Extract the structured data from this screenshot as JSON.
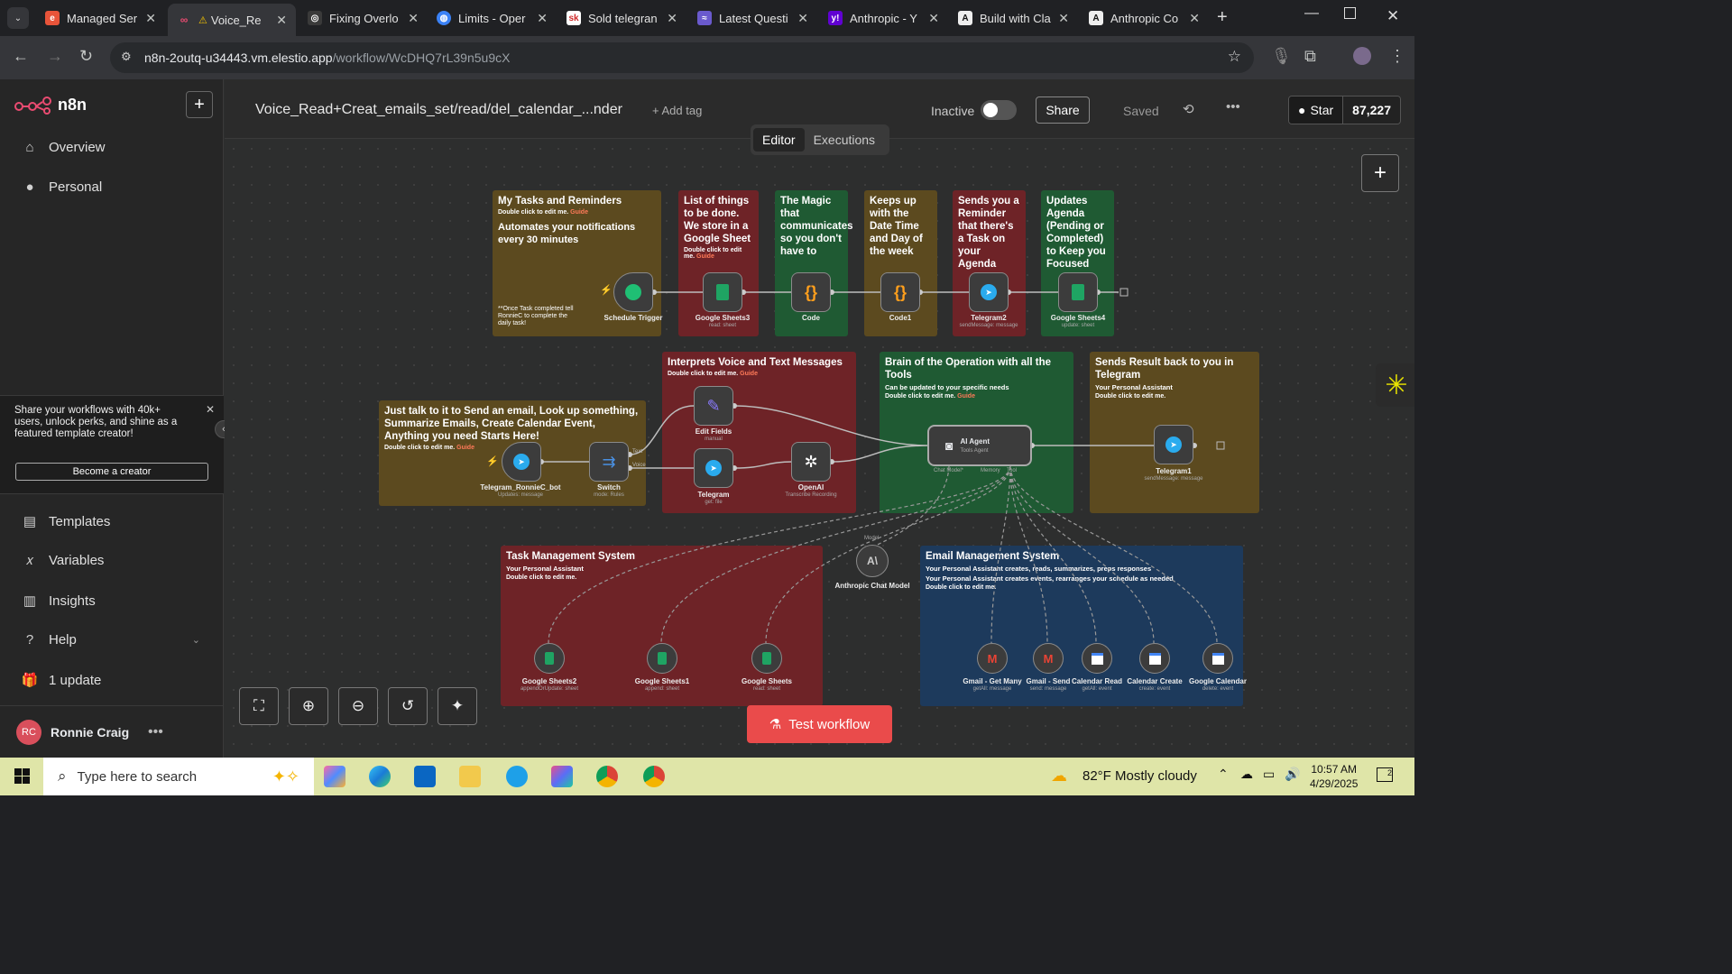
{
  "browser": {
    "tabs": [
      {
        "title": "Managed Ser",
        "fav": "e",
        "color": "#e8543a"
      },
      {
        "title": "Voice_Rea",
        "fav": "n8n",
        "color": "#ea4b71"
      },
      {
        "title": "Fixing Overlo",
        "fav": "gpt",
        "color": "#555"
      },
      {
        "title": "Limits - Oper",
        "fav": "globe",
        "color": "#3b82f6"
      },
      {
        "title": "Sold telegran",
        "fav": "sk",
        "color": "#d02a2a"
      },
      {
        "title": "Latest Questi",
        "fav": "q",
        "color": "#6a5acd"
      },
      {
        "title": "Anthropic - Y",
        "fav": "y!",
        "color": "#6001d2"
      },
      {
        "title": "Build with Cla",
        "fav": "A",
        "color": "#ddd"
      },
      {
        "title": "Anthropic Co",
        "fav": "A",
        "color": "#ddd"
      }
    ],
    "url_host": "n8n-2outq-u34443.vm.elestio.app",
    "url_path": "/workflow/WcDHQ7rL39n5u9cX"
  },
  "sidebar": {
    "brand": "n8n",
    "items": [
      {
        "label": "Overview"
      },
      {
        "label": "Personal"
      },
      {
        "label": "Templates"
      },
      {
        "label": "Variables"
      },
      {
        "label": "Insights"
      },
      {
        "label": "Help"
      },
      {
        "label": "1 update"
      }
    ],
    "promo_text": "Share your workflows with 40k+ users, unlock perks, and shine as a featured template creator!",
    "promo_button": "Become a creator",
    "user_initials": "RC",
    "user_name": "Ronnie Craig"
  },
  "header": {
    "workflow_name": "Voice_Read+Creat_emails_set/read/del_calendar_...nder",
    "add_tag": "+ Add tag",
    "status": "Inactive",
    "share": "Share",
    "saved": "Saved",
    "star": "Star",
    "star_count": "87,227",
    "tab_editor": "Editor",
    "tab_executions": "Executions"
  },
  "notes": {
    "n1": {
      "title": "My Tasks and Reminders",
      "sub": "Double click to edit me.",
      "guide": "Guide",
      "body": "Automates your notifications every 30 minutes",
      "foot": "**Once Task completed tell RonnieC to complete the daily task!"
    },
    "n2": {
      "title": "List of things to be done. We store in a Google Sheet",
      "sub": "Double click to edit me.",
      "guide": "Guide"
    },
    "n3": {
      "title": "The Magic that communicates so you don't have to"
    },
    "n4": {
      "title": "Keeps up with the Date Time and Day of the week"
    },
    "n5": {
      "title": "Sends you a Reminder that there's a Task on your Agenda"
    },
    "n6": {
      "title": "Updates Agenda (Pending or Completed) to Keep you Focused"
    },
    "n7": {
      "title": "Just talk to it to Send an email, Look up something, Summarize Emails, Create Calendar Event, Anything you need Starts Here!",
      "sub": "Double click to edit me.",
      "guide": "Guide"
    },
    "n8": {
      "title": "Interprets Voice and Text Messages",
      "sub": "Double click to edit me.",
      "guide": "Guide"
    },
    "n9": {
      "title": "Brain of the Operation with all the Tools",
      "line1": "Can be updated to your specific needs",
      "sub": "Double click to edit me.",
      "guide": "Guide"
    },
    "n10": {
      "title": "Sends Result back to you in Telegram",
      "line1": "Your Personal Assistant",
      "sub": "Double click to edit me."
    },
    "n11": {
      "title": "Task Management System",
      "line1": "Your Personal Assistant",
      "sub": "Double click to edit me."
    },
    "n12": {
      "title": "Email Management System",
      "line1": "Your Personal Assistant creates, reads, summarizes, preps responses",
      "line2": "Your Personal Assistant creates events, rearranges your schedule as needed",
      "sub": "Double click to edit me."
    }
  },
  "nodes": {
    "schedule": {
      "label": "Schedule Trigger"
    },
    "gs3": {
      "label": "Google Sheets3",
      "sub": "read: sheet"
    },
    "code": {
      "label": "Code"
    },
    "code1": {
      "label": "Code1"
    },
    "tg2": {
      "label": "Telegram2",
      "sub": "sendMessage: message"
    },
    "gs4": {
      "label": "Google Sheets4",
      "sub": "update: sheet"
    },
    "tgbot": {
      "label": "Telegram_RonnieC_bot",
      "sub": "Updates: message"
    },
    "switch": {
      "label": "Switch",
      "sub": "mode: Rules",
      "out1": "Text",
      "out2": "Voice"
    },
    "edit": {
      "label": "Edit Fields",
      "sub": "manual"
    },
    "tg": {
      "label": "Telegram",
      "sub": "get: file"
    },
    "openai": {
      "label": "OpenAI",
      "sub": "Transcribe Recording"
    },
    "agent": {
      "label": "AI Agent",
      "sub": "Tools Agent",
      "p1": "Chat Model*",
      "p2": "Memory",
      "p3": "Tool"
    },
    "tg1": {
      "label": "Telegram1",
      "sub": "sendMessage: message"
    },
    "anthropic": {
      "label": "Anthropic Chat Model",
      "port": "Model"
    },
    "gs2": {
      "label": "Google Sheets2",
      "sub": "appendOrUpdate: sheet"
    },
    "gs1": {
      "label": "Google Sheets1",
      "sub": "append: sheet"
    },
    "gs": {
      "label": "Google Sheets",
      "sub": "read: sheet"
    },
    "gmail1": {
      "label": "Gmail - Get Many",
      "sub": "getAll: message"
    },
    "gmail2": {
      "label": "Gmail - Send",
      "sub": "send: message"
    },
    "cal1": {
      "label": "Calendar Read",
      "sub": "getAll: event"
    },
    "cal2": {
      "label": "Calendar Create",
      "sub": "create: event"
    },
    "cal3": {
      "label": "Google Calendar",
      "sub": "delete: event"
    }
  },
  "canvas": {
    "test_button": "Test workflow"
  },
  "taskbar": {
    "search_placeholder": "Type here to search",
    "weather": "82°F  Mostly cloudy",
    "time": "10:57 AM",
    "date": "4/29/2025",
    "notif": "2"
  }
}
